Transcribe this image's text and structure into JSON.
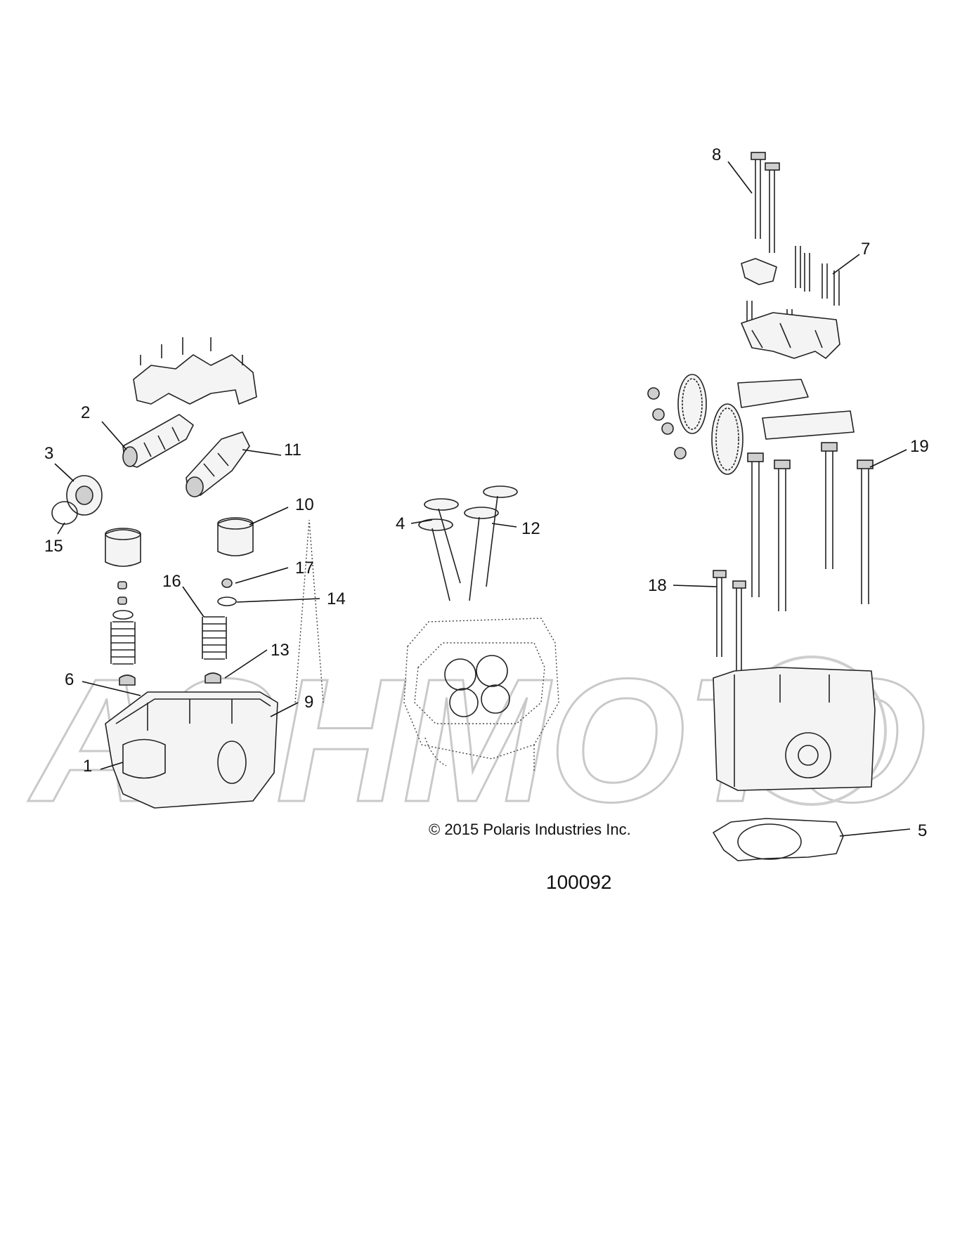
{
  "copyright": "© 2015 Polaris Industries Inc.",
  "figure_number": "100092",
  "watermark": "ASHMOTO",
  "callouts": [
    "1",
    "2",
    "3",
    "4",
    "5",
    "6",
    "7",
    "8",
    "9",
    "10",
    "11",
    "12",
    "13",
    "14",
    "15",
    "16",
    "17",
    "18",
    "19"
  ]
}
